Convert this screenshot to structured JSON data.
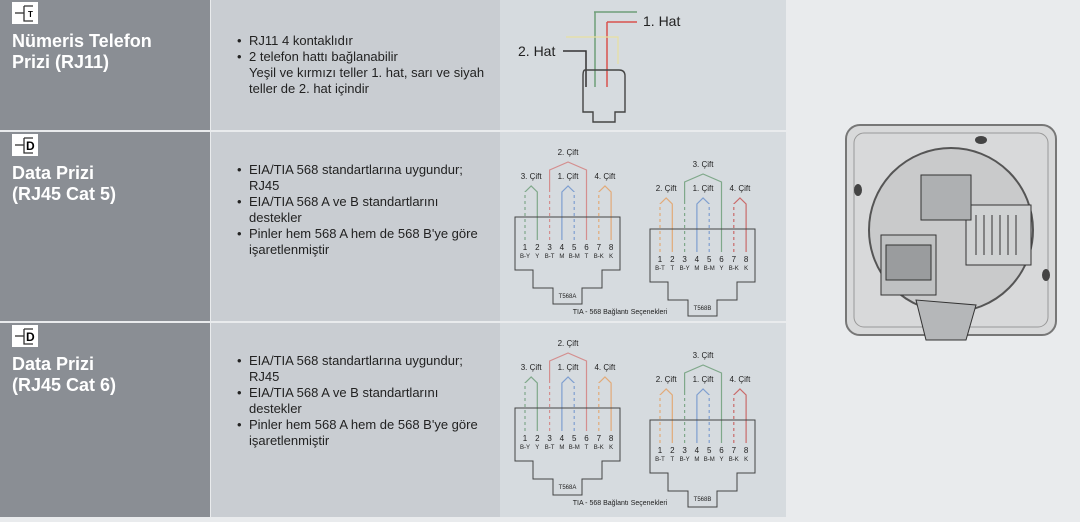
{
  "sections": [
    {
      "icon_letter": "T",
      "title": [
        "Nümeris Telefon",
        "Prizi (RJ11)"
      ],
      "bullets": [
        {
          "text": "RJ11 4 kontaklıdır"
        },
        {
          "text": "2 telefon hattı bağlanabilir"
        },
        {
          "text": "Yeşil ve kırmızı teller 1. hat, sarı ve siyah teller de 2. hat içindir",
          "continuation": true
        }
      ],
      "diagram": {
        "line1": "1. Hat",
        "line2": "2. Hat"
      }
    },
    {
      "icon_letter": "D",
      "title": [
        "Data Prizi",
        "(RJ45 Cat 5)"
      ],
      "bullets": [
        {
          "text": "EIA/TIA 568 standartlarına uygundur; RJ45"
        },
        {
          "text": "EIA/TIA 568 A ve B standartlarını destekler"
        },
        {
          "text": "Pinler hem 568 A hem de 568 B'ye göre işaretlenmiştir"
        }
      ]
    },
    {
      "icon_letter": "D",
      "title": [
        "Data Prizi",
        "(RJ45 Cat 6)"
      ],
      "bullets": [
        {
          "text": "EIA/TIA 568 standartlarına uygundur; RJ45"
        },
        {
          "text": "EIA/TIA 568 A ve B standartlarını destekler"
        },
        {
          "text": "Pinler hem 568 A hem de 568 B'ye göre işaretlenmiştir"
        }
      ]
    }
  ],
  "rj45": {
    "caption": "TIA - 568 Bağlantı Seçenekleri",
    "connectors": [
      {
        "label": "T568A",
        "codes": [
          "B-Y",
          "Y",
          "B-T",
          "M",
          "B-M",
          "T",
          "B-K",
          "K"
        ],
        "pairs": [
          {
            "label": "3. Çift",
            "pins": [
              1,
              2
            ],
            "color": "#7fa88a"
          },
          {
            "label": "2. Çift",
            "pins": [
              3,
              6
            ],
            "color": "#d48e8e",
            "tall": true
          },
          {
            "label": "1. Çift",
            "pins": [
              4,
              5
            ],
            "color": "#7f9fd0"
          },
          {
            "label": "4. Çift",
            "pins": [
              7,
              8
            ],
            "color": "#e2aa78"
          }
        ]
      },
      {
        "label": "T568B",
        "codes": [
          "B-T",
          "T",
          "B-Y",
          "M",
          "B-M",
          "Y",
          "B-K",
          "K"
        ],
        "pairs": [
          {
            "label": "2. Çift",
            "pins": [
              1,
              2
            ],
            "color": "#e2aa78"
          },
          {
            "label": "3. Çift",
            "pins": [
              3,
              6
            ],
            "color": "#7fa88a",
            "tall": true
          },
          {
            "label": "1. Çift",
            "pins": [
              4,
              5
            ],
            "color": "#7f9fd0"
          },
          {
            "label": "4. Çift",
            "pins": [
              7,
              8
            ],
            "color": "#c96a6a"
          }
        ]
      }
    ]
  },
  "colors": {
    "left_panel": "#8a8e94",
    "mid_panel": "#c9cdd2",
    "diagram_panel": "#d6dbdf"
  }
}
